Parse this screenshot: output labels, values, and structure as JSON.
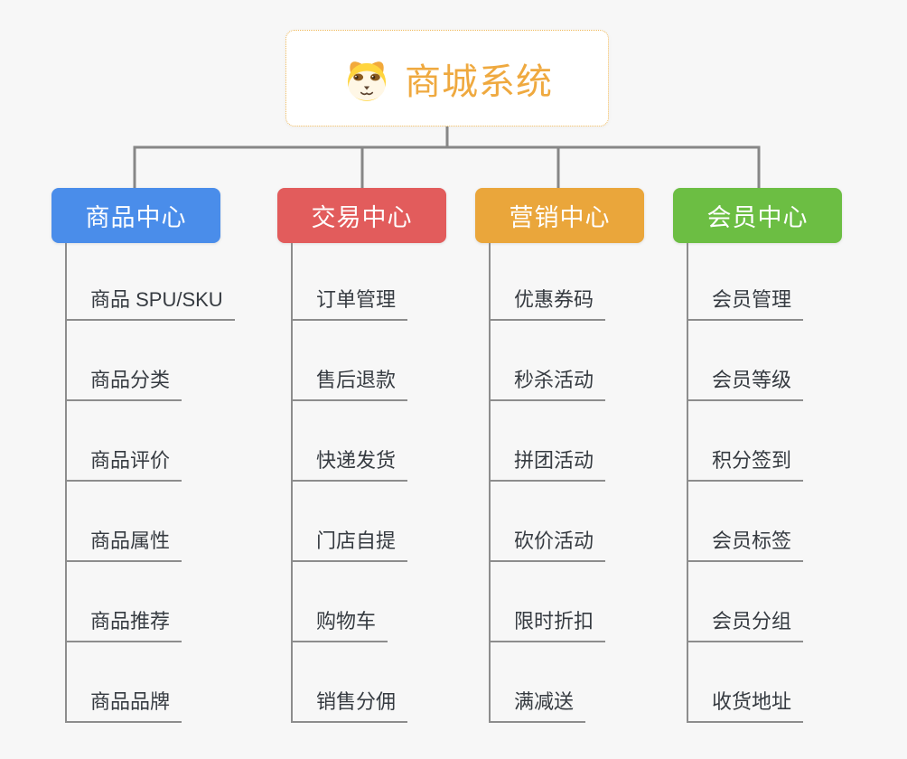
{
  "root": {
    "title": "商城系统",
    "icon": "dog-face-icon"
  },
  "branches": [
    {
      "label": "商品中心",
      "color": "#4a8dea",
      "items": [
        "商品 SPU/SKU",
        "商品分类",
        "商品评价",
        "商品属性",
        "商品推荐",
        "商品品牌"
      ]
    },
    {
      "label": "交易中心",
      "color": "#e25c5c",
      "items": [
        "订单管理",
        "售后退款",
        "快递发货",
        "门店自提",
        "购物车",
        "销售分佣"
      ]
    },
    {
      "label": "营销中心",
      "color": "#eaa63b",
      "items": [
        "优惠券码",
        "秒杀活动",
        "拼团活动",
        "砍价活动",
        "限时折扣",
        "满减送"
      ]
    },
    {
      "label": "会员中心",
      "color": "#6cbe43",
      "items": [
        "会员管理",
        "会员等级",
        "积分签到",
        "会员标签",
        "会员分组",
        "收货地址"
      ]
    }
  ],
  "colors": {
    "background": "#f7f7f7",
    "connector": "#878787",
    "underline": "#8d8d8d",
    "item_text": "#363b41",
    "root_text": "#efa93f",
    "root_border": "#efb959"
  }
}
